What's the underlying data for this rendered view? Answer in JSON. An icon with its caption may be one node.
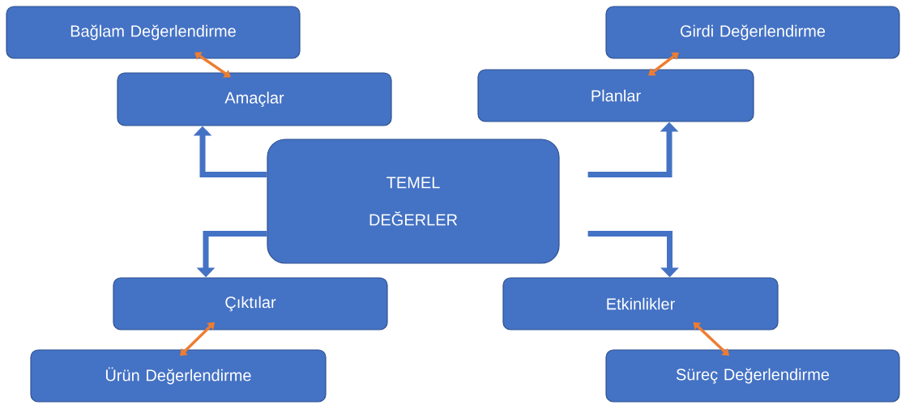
{
  "diagram": {
    "nodes": [
      {
        "text": [
          "Bağlam Değerlendirme"
        ]
      },
      {
        "text": [
          "Amaçlar"
        ]
      },
      {
        "text": [
          "Girdi Değerlendirme"
        ]
      },
      {
        "text": [
          "Planlar"
        ]
      },
      {
        "text": [
          "TEMEL DEĞERLER"
        ]
      },
      {
        "text": [
          "Çıktılar"
        ]
      },
      {
        "text": [
          "Etkinlikler"
        ]
      },
      {
        "text": [
          "Ürün Değerlendirme"
        ]
      },
      {
        "text": [
          "Süreç Değerlendirme"
        ]
      }
    ],
    "edges": [
      {
        "from": 4,
        "to": 1,
        "arrow": "to",
        "style": "thick"
      },
      {
        "from": 4,
        "to": 3,
        "arrow": "to",
        "style": "thick"
      },
      {
        "from": 4,
        "to": 5,
        "arrow": "to",
        "style": "thick"
      },
      {
        "from": 4,
        "to": 6,
        "arrow": "to",
        "style": "thick"
      },
      {
        "from": 0,
        "to": 1,
        "arrow": "both",
        "color": "#ed7d31"
      },
      {
        "from": 2,
        "to": 3,
        "arrow": "both",
        "color": "#ed7d31"
      },
      {
        "from": 5,
        "to": 7,
        "arrow": "both",
        "color": "#ed7d31"
      },
      {
        "from": 6,
        "to": 8,
        "arrow": "both",
        "color": "#ed7d31"
      }
    ]
  }
}
